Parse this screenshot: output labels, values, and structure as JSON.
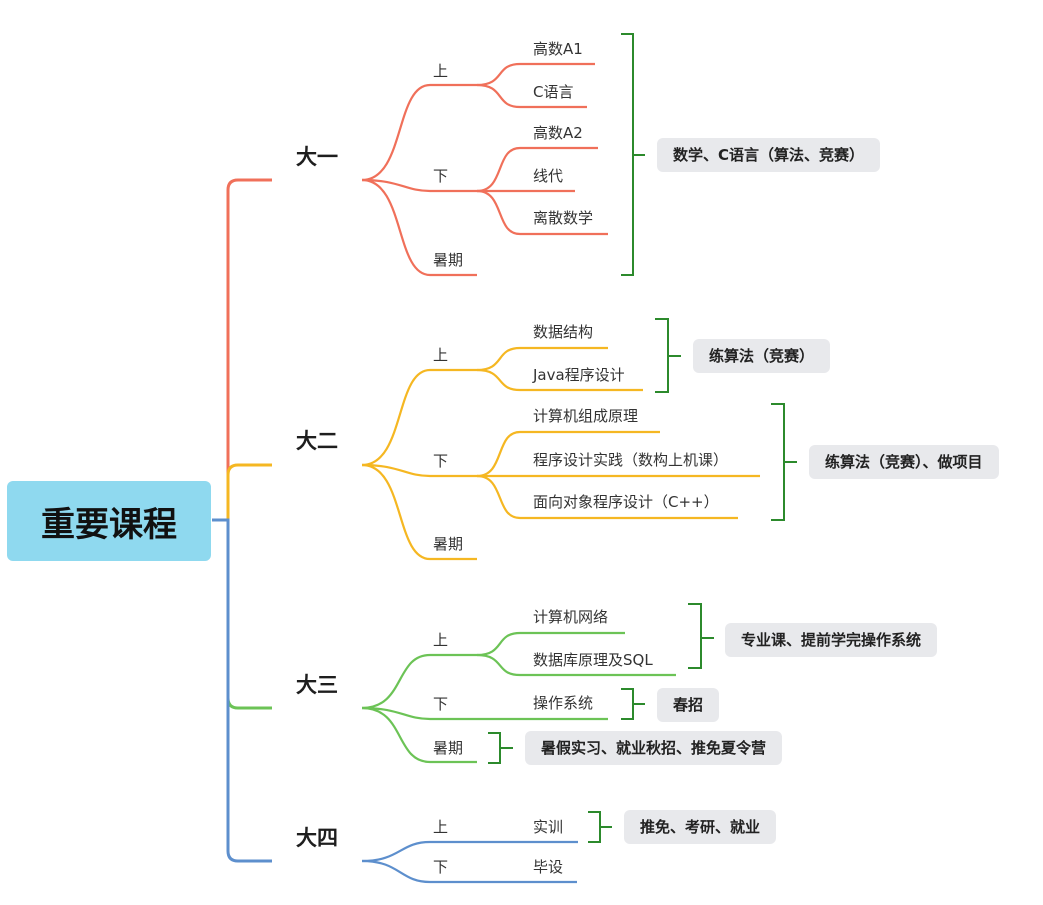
{
  "root": {
    "title": "重要课程"
  },
  "colors": {
    "y1": "#f0705a",
    "y2": "#f5b722",
    "y3": "#6cc356",
    "y4": "#5d8fcd",
    "bracket": "#2c8a2c",
    "root_bg": "#8fd9ef",
    "note_bg": "#e8e9ec"
  },
  "years": [
    {
      "label": "大一",
      "terms": [
        {
          "label": "上",
          "courses": [
            "高数A1",
            "C语言"
          ]
        },
        {
          "label": "下",
          "courses": [
            "高数A2",
            "线代",
            "离散数学"
          ]
        },
        {
          "label": "暑期",
          "courses": []
        }
      ]
    },
    {
      "label": "大二",
      "terms": [
        {
          "label": "上",
          "courses": [
            "数据结构",
            "Java程序设计"
          ]
        },
        {
          "label": "下",
          "courses": [
            "计算机组成原理",
            "程序设计实践（数构上机课）",
            "面向对象程序设计（C++）"
          ]
        },
        {
          "label": "暑期",
          "courses": []
        }
      ]
    },
    {
      "label": "大三",
      "terms": [
        {
          "label": "上",
          "courses": [
            "计算机网络",
            "数据库原理及SQL"
          ]
        },
        {
          "label": "下",
          "courses": [
            "操作系统"
          ]
        },
        {
          "label": "暑期",
          "courses": []
        }
      ]
    },
    {
      "label": "大四",
      "terms": [
        {
          "label": "上",
          "courses": [
            "实训"
          ]
        },
        {
          "label": "下",
          "courses": [
            "毕设"
          ]
        }
      ]
    }
  ],
  "notes": {
    "n1": "数学、C语言（算法、竞赛）",
    "n2": "练算法（竞赛）",
    "n3": "练算法（竞赛）、做项目",
    "n4": "专业课、提前学完操作系统",
    "n5": "春招",
    "n6": "暑假实习、就业秋招、推免夏令营",
    "n7": "推免、考研、就业"
  }
}
